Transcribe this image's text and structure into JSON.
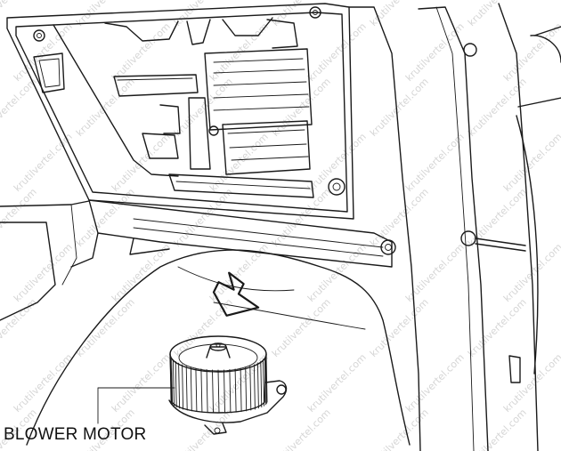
{
  "diagram": {
    "callout_label": "BLOWER MOTOR",
    "watermark_text": "krutilvertel.com",
    "arrow_direction": "down",
    "line_color": "#1a1a1a",
    "watermark_color": "#c8c8c8"
  }
}
